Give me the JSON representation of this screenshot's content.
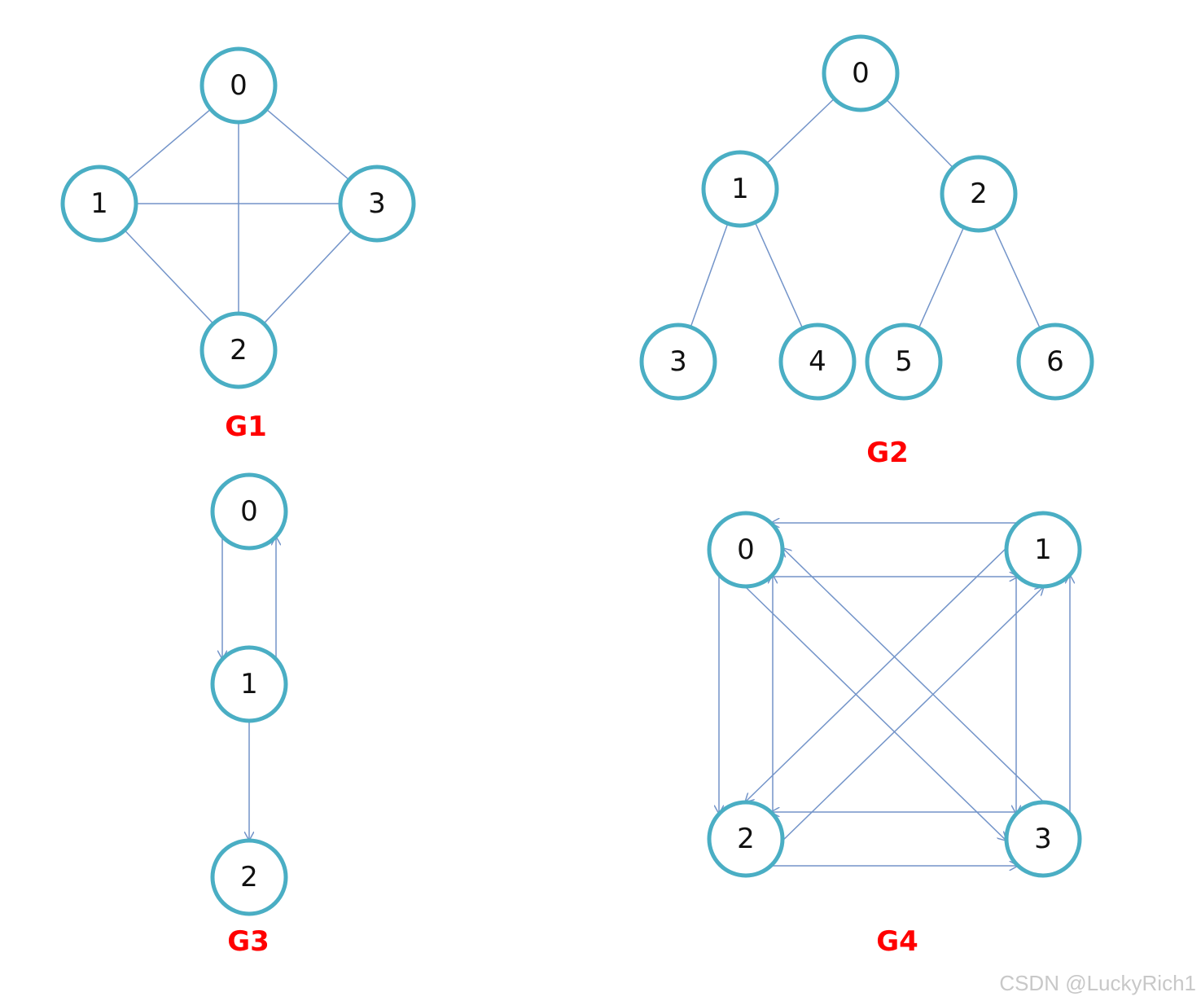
{
  "colors": {
    "node_stroke": "#4aaec4",
    "edge": "#7394c9",
    "title": "#ff0000",
    "watermark": "#c8c8c8"
  },
  "graphs": [
    {
      "id": "g1",
      "title": "G1",
      "directed": false,
      "nodes": [
        "0",
        "1",
        "2",
        "3"
      ],
      "edges": [
        [
          "0",
          "1"
        ],
        [
          "0",
          "3"
        ],
        [
          "0",
          "2"
        ],
        [
          "1",
          "3"
        ],
        [
          "1",
          "2"
        ],
        [
          "3",
          "2"
        ]
      ]
    },
    {
      "id": "g2",
      "title": "G2",
      "directed": false,
      "nodes": [
        "0",
        "1",
        "2",
        "3",
        "4",
        "5",
        "6"
      ],
      "edges": [
        [
          "0",
          "1"
        ],
        [
          "0",
          "2"
        ],
        [
          "1",
          "3"
        ],
        [
          "1",
          "4"
        ],
        [
          "2",
          "5"
        ],
        [
          "2",
          "6"
        ]
      ]
    },
    {
      "id": "g3",
      "title": "G3",
      "directed": true,
      "nodes": [
        "0",
        "1",
        "2"
      ],
      "edges": [
        [
          "0",
          "1"
        ],
        [
          "1",
          "0"
        ],
        [
          "1",
          "2"
        ]
      ]
    },
    {
      "id": "g4",
      "title": "G4",
      "directed": true,
      "nodes": [
        "0",
        "1",
        "2",
        "3"
      ],
      "edges": [
        [
          "0",
          "1"
        ],
        [
          "1",
          "0"
        ],
        [
          "0",
          "2"
        ],
        [
          "2",
          "0"
        ],
        [
          "0",
          "3"
        ],
        [
          "3",
          "0"
        ],
        [
          "1",
          "2"
        ],
        [
          "2",
          "1"
        ],
        [
          "1",
          "3"
        ],
        [
          "3",
          "1"
        ],
        [
          "2",
          "3"
        ],
        [
          "3",
          "2"
        ]
      ]
    }
  ],
  "watermark": "CSDN @LuckyRich1"
}
